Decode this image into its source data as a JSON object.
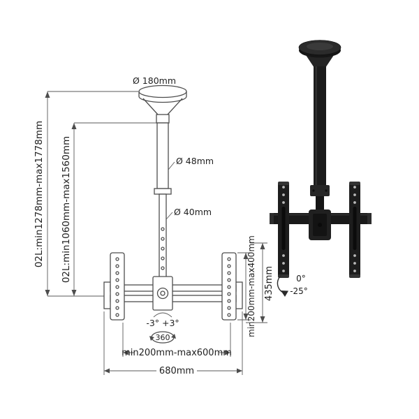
{
  "drawing": {
    "plate_diameter": "Ø 180mm",
    "upper_tube_diameter": "Ø 48mm",
    "lower_tube_diameter": "Ø 40mm",
    "overall_height": "02L:min1278mm-max1778mm",
    "inner_height": "02L:min1060mm-max1560mm",
    "tilt_range": "-3° +3°",
    "rotation_degrees": "360",
    "vesa_width_range": "min200mm-max600mm",
    "total_width": "680mm",
    "vesa_height_range": "min200mm-max400mm",
    "total_height": "435mm"
  },
  "product": {
    "tilt_max": "0°",
    "tilt_min": "-25°"
  },
  "colors": {
    "line": "#4d4d4d",
    "text": "#1f1f1f",
    "product_black": "#1a1a1a",
    "background": "#ffffff"
  }
}
